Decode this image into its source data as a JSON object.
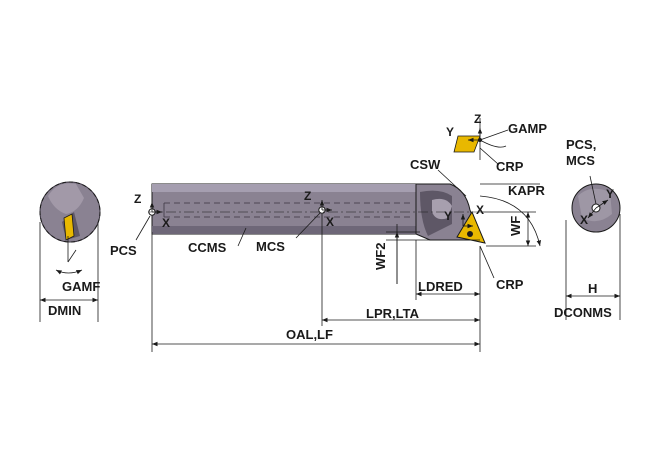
{
  "labels": {
    "gamf": "GAMF",
    "dmin": "DMIN",
    "pcs": "PCS",
    "ccms": "CCMS",
    "mcs": "MCS",
    "oal_lf": "OAL,LF",
    "wf2": "WF2",
    "ldred": "LDRED",
    "lpr_lta": "LPR,LTA",
    "csw": "CSW",
    "crp_top": "CRP",
    "crp_bottom": "CRP",
    "gamp": "GAMP",
    "kapr": "KAPR",
    "wf": "WF",
    "pcs_mcs_line1": "PCS,",
    "pcs_mcs_line2": "MCS",
    "h": "H",
    "dconms": "DCONMS"
  },
  "axes": {
    "z_pcs": "Z",
    "x_pcs": "X",
    "z_mcs": "Z",
    "x_mcs": "X",
    "y_insert": "Y",
    "z_insert": "Z",
    "y_crp": "Y",
    "x_crp": "X",
    "y_end": "Y",
    "x_end": "X"
  },
  "colors": {
    "body": "#8a8292",
    "body_dark": "#5e5766",
    "insert": "#e8b800",
    "line": "#1a1a1a"
  }
}
